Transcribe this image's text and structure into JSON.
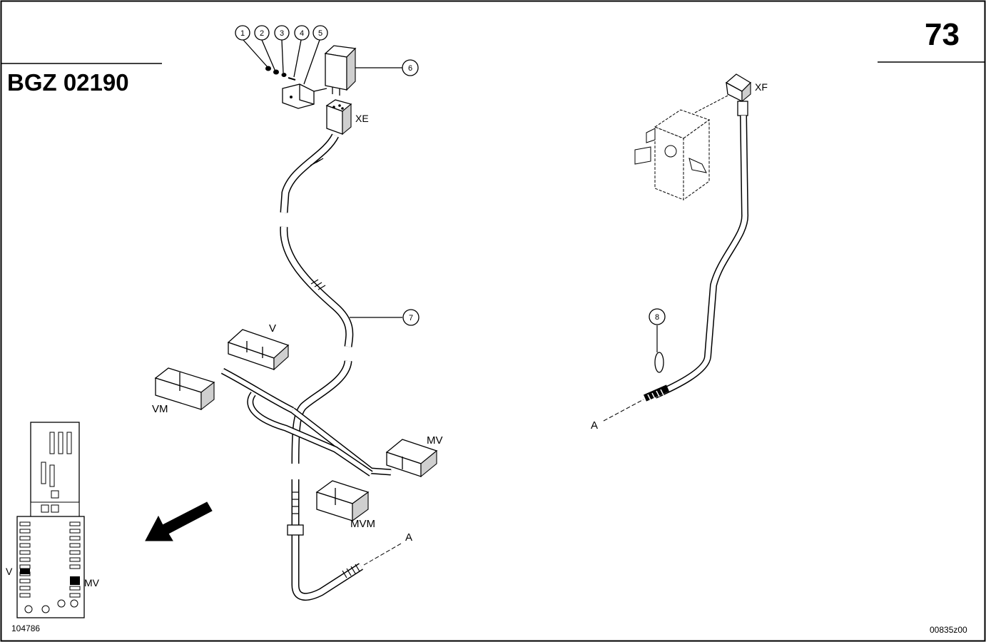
{
  "header": {
    "document_code": "BGZ 02190",
    "page_number": "73"
  },
  "callouts": [
    "1",
    "2",
    "3",
    "4",
    "5",
    "6",
    "7",
    "8"
  ],
  "connector_labels": {
    "xe": "XE",
    "xf": "XF",
    "v": "V",
    "vm": "VM",
    "mv": "MV",
    "mvm": "MVM"
  },
  "section_marks": {
    "left": "A",
    "right": "A"
  },
  "inset": {
    "label_v": "V",
    "label_mv": "MV",
    "reference": "104786"
  },
  "footer": {
    "drawing_id": "00835z00"
  }
}
